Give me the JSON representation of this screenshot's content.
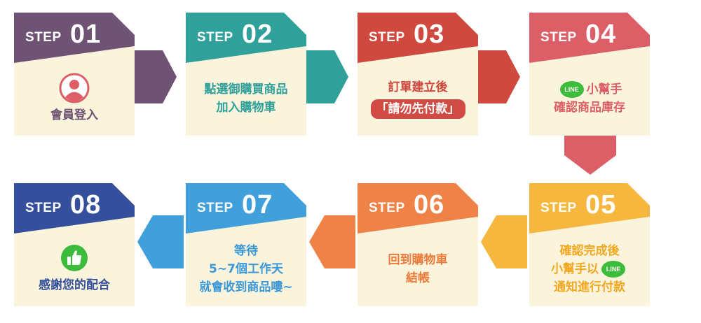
{
  "step_word": "STEP",
  "line_badge": "LINE",
  "steps": [
    {
      "num": "01",
      "lines": [
        "會員登入"
      ],
      "color": "#6e5374",
      "text_color": "#6e5374"
    },
    {
      "num": "02",
      "lines": [
        "點選御購買商品",
        "加入購物車"
      ],
      "color": "#2fa09a",
      "text_color": "#2fa09a"
    },
    {
      "num": "03",
      "lines": [
        "訂單建立後",
        "「請勿先付款」"
      ],
      "color": "#d0493f",
      "text_color": "#d0493f"
    },
    {
      "num": "04",
      "lines": [
        "小幫手",
        "確認商品庫存"
      ],
      "color": "#dc5f68",
      "text_color": "#dc5f68"
    },
    {
      "num": "05",
      "lines": [
        "確認完成後",
        "小幫手以",
        "通知進行付款"
      ],
      "color": "#f6b73f",
      "text_color": "#f2a820"
    },
    {
      "num": "06",
      "lines": [
        "回到購物車",
        "結帳"
      ],
      "color": "#ef8347",
      "text_color": "#ee7a3a"
    },
    {
      "num": "07",
      "lines": [
        "等待",
        "5~7個工作天",
        "就會收到商品嘍~"
      ],
      "color": "#41a0dc",
      "text_color": "#3a98d8"
    },
    {
      "num": "08",
      "lines": [
        "感謝您的配合"
      ],
      "color": "#34509c",
      "text_color": "#34509c"
    }
  ],
  "colors": {
    "card_bg": "#fbf4dd",
    "arrow_4_5": "#dc5f68",
    "badge": "#3dbb3a",
    "thumb": "#3dbb3a"
  }
}
